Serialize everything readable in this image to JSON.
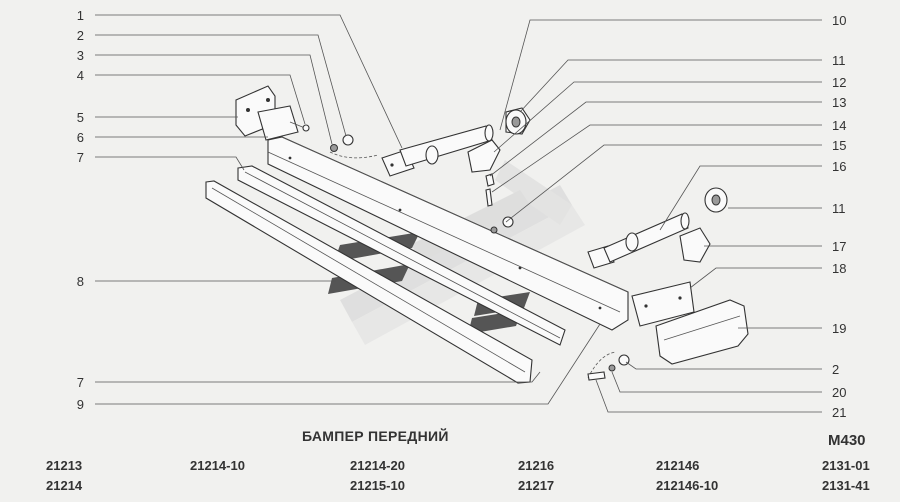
{
  "diagram": {
    "title": "БАМПЕР ПЕРЕДНИЙ",
    "code": "М430",
    "callouts_left": [
      "1",
      "2",
      "3",
      "4",
      "5",
      "6",
      "7",
      "8",
      "7",
      "9"
    ],
    "callouts_right": [
      "10",
      "11",
      "12",
      "13",
      "14",
      "15",
      "16",
      "11",
      "17",
      "18",
      "19",
      "2",
      "20",
      "21"
    ]
  },
  "models": [
    [
      "21213",
      "21214"
    ],
    [
      "21214-10"
    ],
    [
      "21214-20",
      "21215-10"
    ],
    [
      "21216",
      "21217"
    ],
    [
      "212146",
      "212146-10"
    ],
    [
      "2131-01",
      "2131-41"
    ]
  ]
}
